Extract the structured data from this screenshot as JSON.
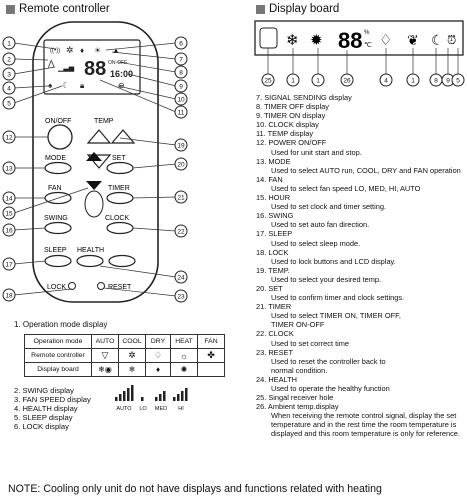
{
  "headers": {
    "remote": "Remote controller",
    "display": "Display board"
  },
  "remote": {
    "screen_time": "16:00",
    "screen_temp": "88",
    "screen_timer": "ON-OFF",
    "labels": {
      "onoff": "ON/OFF",
      "temp": "TEMP",
      "mode": "MODE",
      "set": "SET",
      "fan": "FAN",
      "timer": "TIMER",
      "swing": "SWING",
      "clock": "CLOCK",
      "sleep": "SLEEP",
      "health": "HEALTH",
      "lock": "LOCK",
      "reset": "RESET"
    },
    "callouts_left": [
      "1",
      "2",
      "3",
      "4",
      "5",
      "12",
      "13",
      "14",
      "15",
      "16",
      "17",
      "18"
    ],
    "callouts_right": [
      "6",
      "7",
      "8",
      "9",
      "10",
      "11",
      "19",
      "20",
      "21",
      "22",
      "23",
      "24"
    ]
  },
  "display_board": {
    "temp_digits": "88",
    "percent": "%",
    "celsius": "℃",
    "callouts": [
      "25",
      "1",
      "1",
      "26",
      "4",
      "1",
      "8",
      "9",
      "5"
    ]
  },
  "descriptions": [
    {
      "title": "7. SIGNAL SENDING display",
      "sub": []
    },
    {
      "title": "8. TIMER OFF display",
      "sub": []
    },
    {
      "title": "9. TIMER ON display",
      "sub": []
    },
    {
      "title": "10. CLOCK display",
      "sub": []
    },
    {
      "title": "11. TEMP display",
      "sub": []
    },
    {
      "title": "12. POWER ON/OFF",
      "sub": [
        "Used for unit start and stop."
      ]
    },
    {
      "title": "13. MODE",
      "sub": [
        "Used to select AUTO run, COOL, DRY and FAN operation"
      ]
    },
    {
      "title": "14. FAN",
      "sub": [
        "Used to select fan speed LO, MED, HI,  AUTO"
      ]
    },
    {
      "title": "15. HOUR",
      "sub": [
        "Used to set clock and timer setting."
      ]
    },
    {
      "title": "16. SWING",
      "sub": [
        "Used to set auto fan direction."
      ]
    },
    {
      "title": "17. SLEEP",
      "sub": [
        "Used to select sleep mode."
      ]
    },
    {
      "title": "18. LOCK",
      "sub": [
        "Used to lock buttons and LCD display."
      ]
    },
    {
      "title": "19. TEMP.",
      "sub": [
        "Used to select your desired temp."
      ]
    },
    {
      "title": "20. SET",
      "sub": [
        "Used to confirm timer and clock settings."
      ]
    },
    {
      "title": "21. TIMER",
      "sub": [
        "Used to select TIMER ON, TIMER OFF,",
        "TIMER ON-OFF"
      ]
    },
    {
      "title": "22. CLOCK",
      "sub": [
        "Used to set correct time"
      ]
    },
    {
      "title": "23. RESET",
      "sub": [
        "Used to reset  the controller back to",
        "normal condition."
      ]
    },
    {
      "title": "24. HEALTH",
      "sub": [
        "Used to operate the healthy function"
      ]
    },
    {
      "title": "25.  Singal receiver hole",
      "sub": []
    },
    {
      "title": "26. Ambient temp.display",
      "sub": [
        "When receiving the remote control signal, display the set",
        "temperature and in the rest time the room temperature is",
        "displayed and this room temperature is only for reference."
      ]
    }
  ],
  "operation_mode": {
    "caption": "1. Operation mode display",
    "headers": [
      "Operation mode",
      "AUTO",
      "COOL",
      "DRY",
      "HEAT",
      "FAN"
    ],
    "row_remote": "Remote controller",
    "row_display": "Display board"
  },
  "legend_items": [
    "2. SWING display",
    "3. FAN SPEED display",
    "4. HEALTH display",
    "5. SLEEP display",
    "6. LOCK display"
  ],
  "fan_speed_labels": [
    "AUTO",
    "LO",
    "MED",
    "HI"
  ],
  "note": "NOTE:  Cooling only unit do not have  displays and functions related with heating"
}
